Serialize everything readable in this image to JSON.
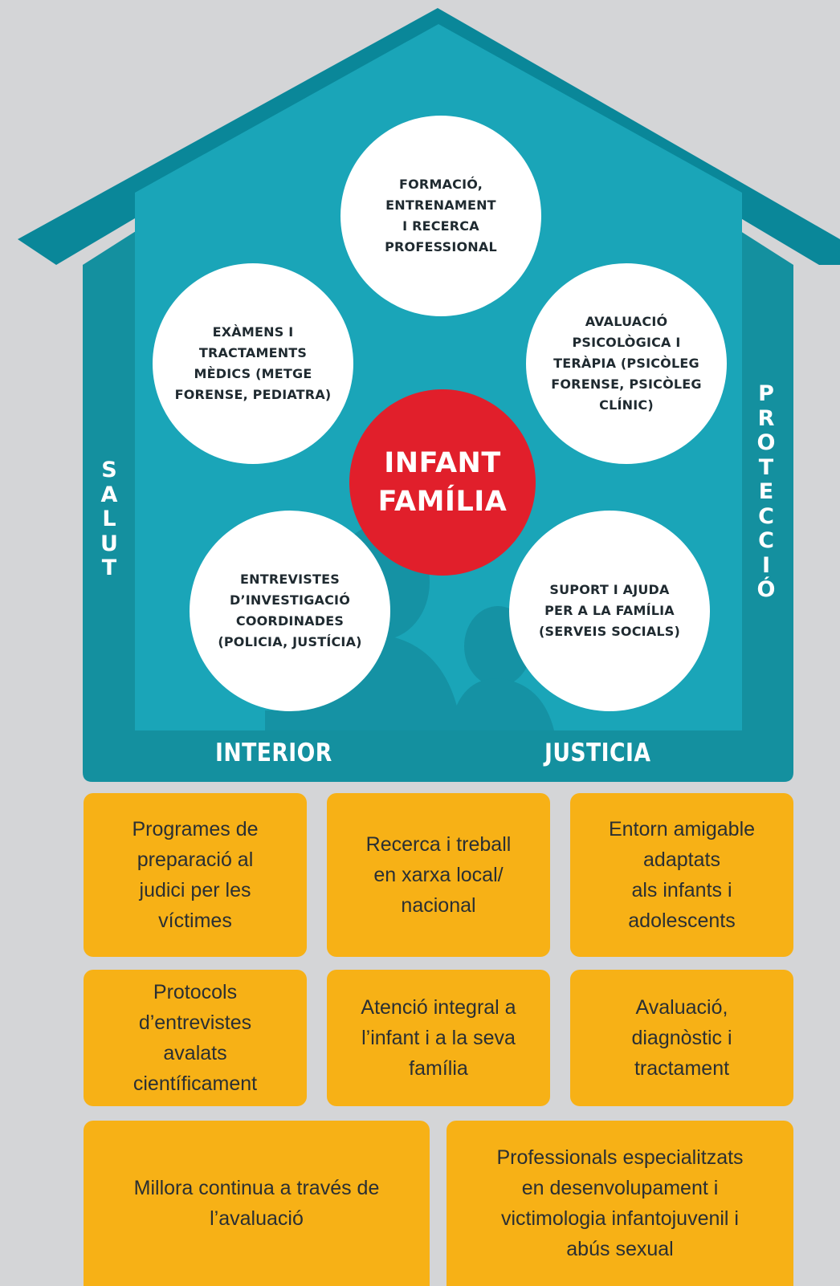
{
  "colors": {
    "background": "#d4d5d7",
    "roof": "#0a8799",
    "wall_frame": "#14909f",
    "interior": "#1aa5b8",
    "silhouette": "#1592a4",
    "center_circle": "#e11f2b",
    "boxes": "#f7b116"
  },
  "pillars": {
    "left_word": "SALUT",
    "right_word": "PROTECCIÓ"
  },
  "base_labels": {
    "left": "INTERIOR",
    "right": "JUSTICIA"
  },
  "center": {
    "text": "INFANT\nFAMÍLIA"
  },
  "circles": [
    {
      "id": "top",
      "text": "FORMACIÓ,\nENTRENAMENT\nI RECERCA\nPROFESSIONAL"
    },
    {
      "id": "upper-left",
      "text": "EXÀMENS I\nTRACTAMENTS\nMÈDICS (METGE\nFORENSE, PEDIATRA)"
    },
    {
      "id": "upper-right",
      "text": "AVALUACIÓ\nPSICOLÒGICA I\nTERÀPIA (PSICÒLEG\nFORENSE, PSICÒLEG\nCLÍNIC)"
    },
    {
      "id": "lower-left",
      "text": "ENTREVISTES\nD’INVESTIGACIÓ\nCOORDINADES\n(POLICIA, JUSTÍCIA)"
    },
    {
      "id": "lower-right",
      "text": "SUPORT I AJUDA\nPER A LA FAMÍLIA\n(SERVEIS SOCIALS)"
    }
  ],
  "boxes": [
    {
      "text": "Programes de\npreparació al\njudici per les\nvíctimes"
    },
    {
      "text": "Recerca i treball\nen xarxa local/\nnacional"
    },
    {
      "text": "Entorn amigable\nadaptats\nals infants i\nadolescents"
    },
    {
      "text": "Protocols\nd’entrevistes\navalats\ncientíficament"
    },
    {
      "text": "Atenció integral a\nl’infant i a la seva\nfamília"
    },
    {
      "text": "Avaluació,\ndiagnòstic i\ntractament"
    },
    {
      "text": "Millora continua a través de\nl’avaluació"
    },
    {
      "text": "Professionals especialitzats\nen desenvolupament i\nvictimologia infantojuvenil i\nabús sexual"
    }
  ]
}
